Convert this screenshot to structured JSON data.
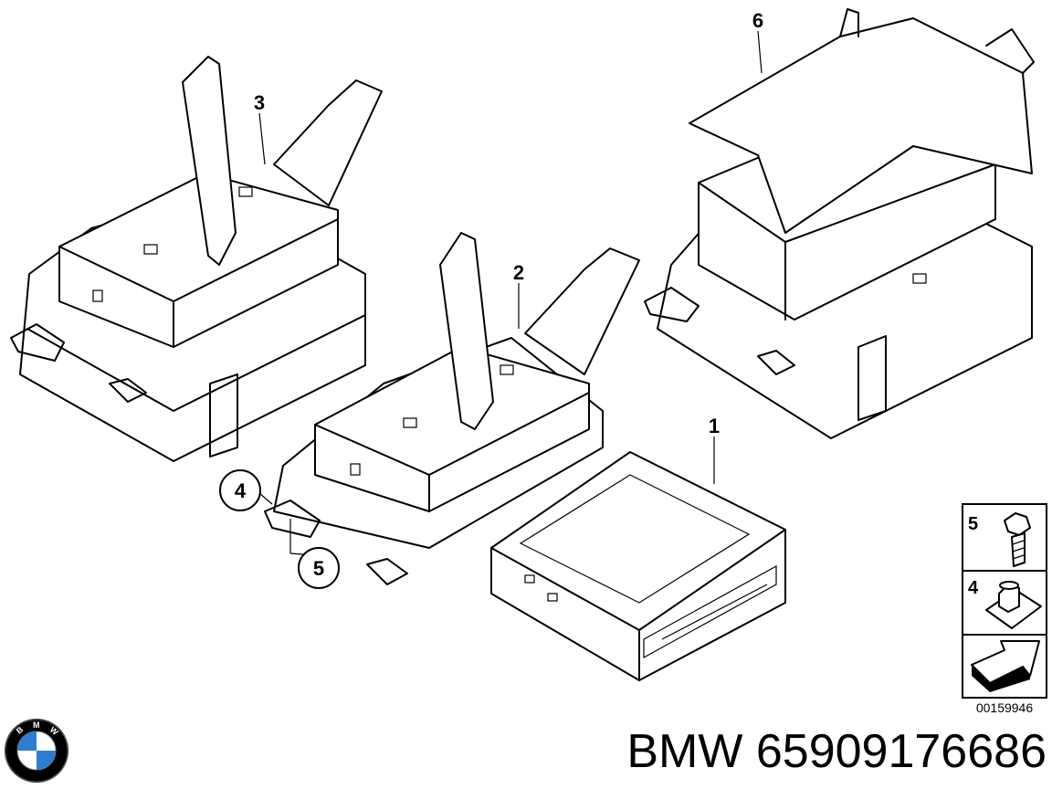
{
  "callouts": {
    "c1": "1",
    "c2": "2",
    "c3": "3",
    "c4": "4",
    "c5": "5",
    "c6": "6"
  },
  "legend": {
    "item5": "5",
    "item4": "4"
  },
  "reference_number": "00159946",
  "caption": "BMW 65909176686",
  "logo": {
    "text_letters": "BMW",
    "colors": {
      "blue": "#2b7dd1",
      "white": "#ffffff",
      "black": "#000000"
    }
  },
  "icons": {
    "logo": "bmw-roundel-icon",
    "bolt": "bolt-icon",
    "nut": "clip-nut-icon",
    "arrow": "arrow-right-icon"
  }
}
